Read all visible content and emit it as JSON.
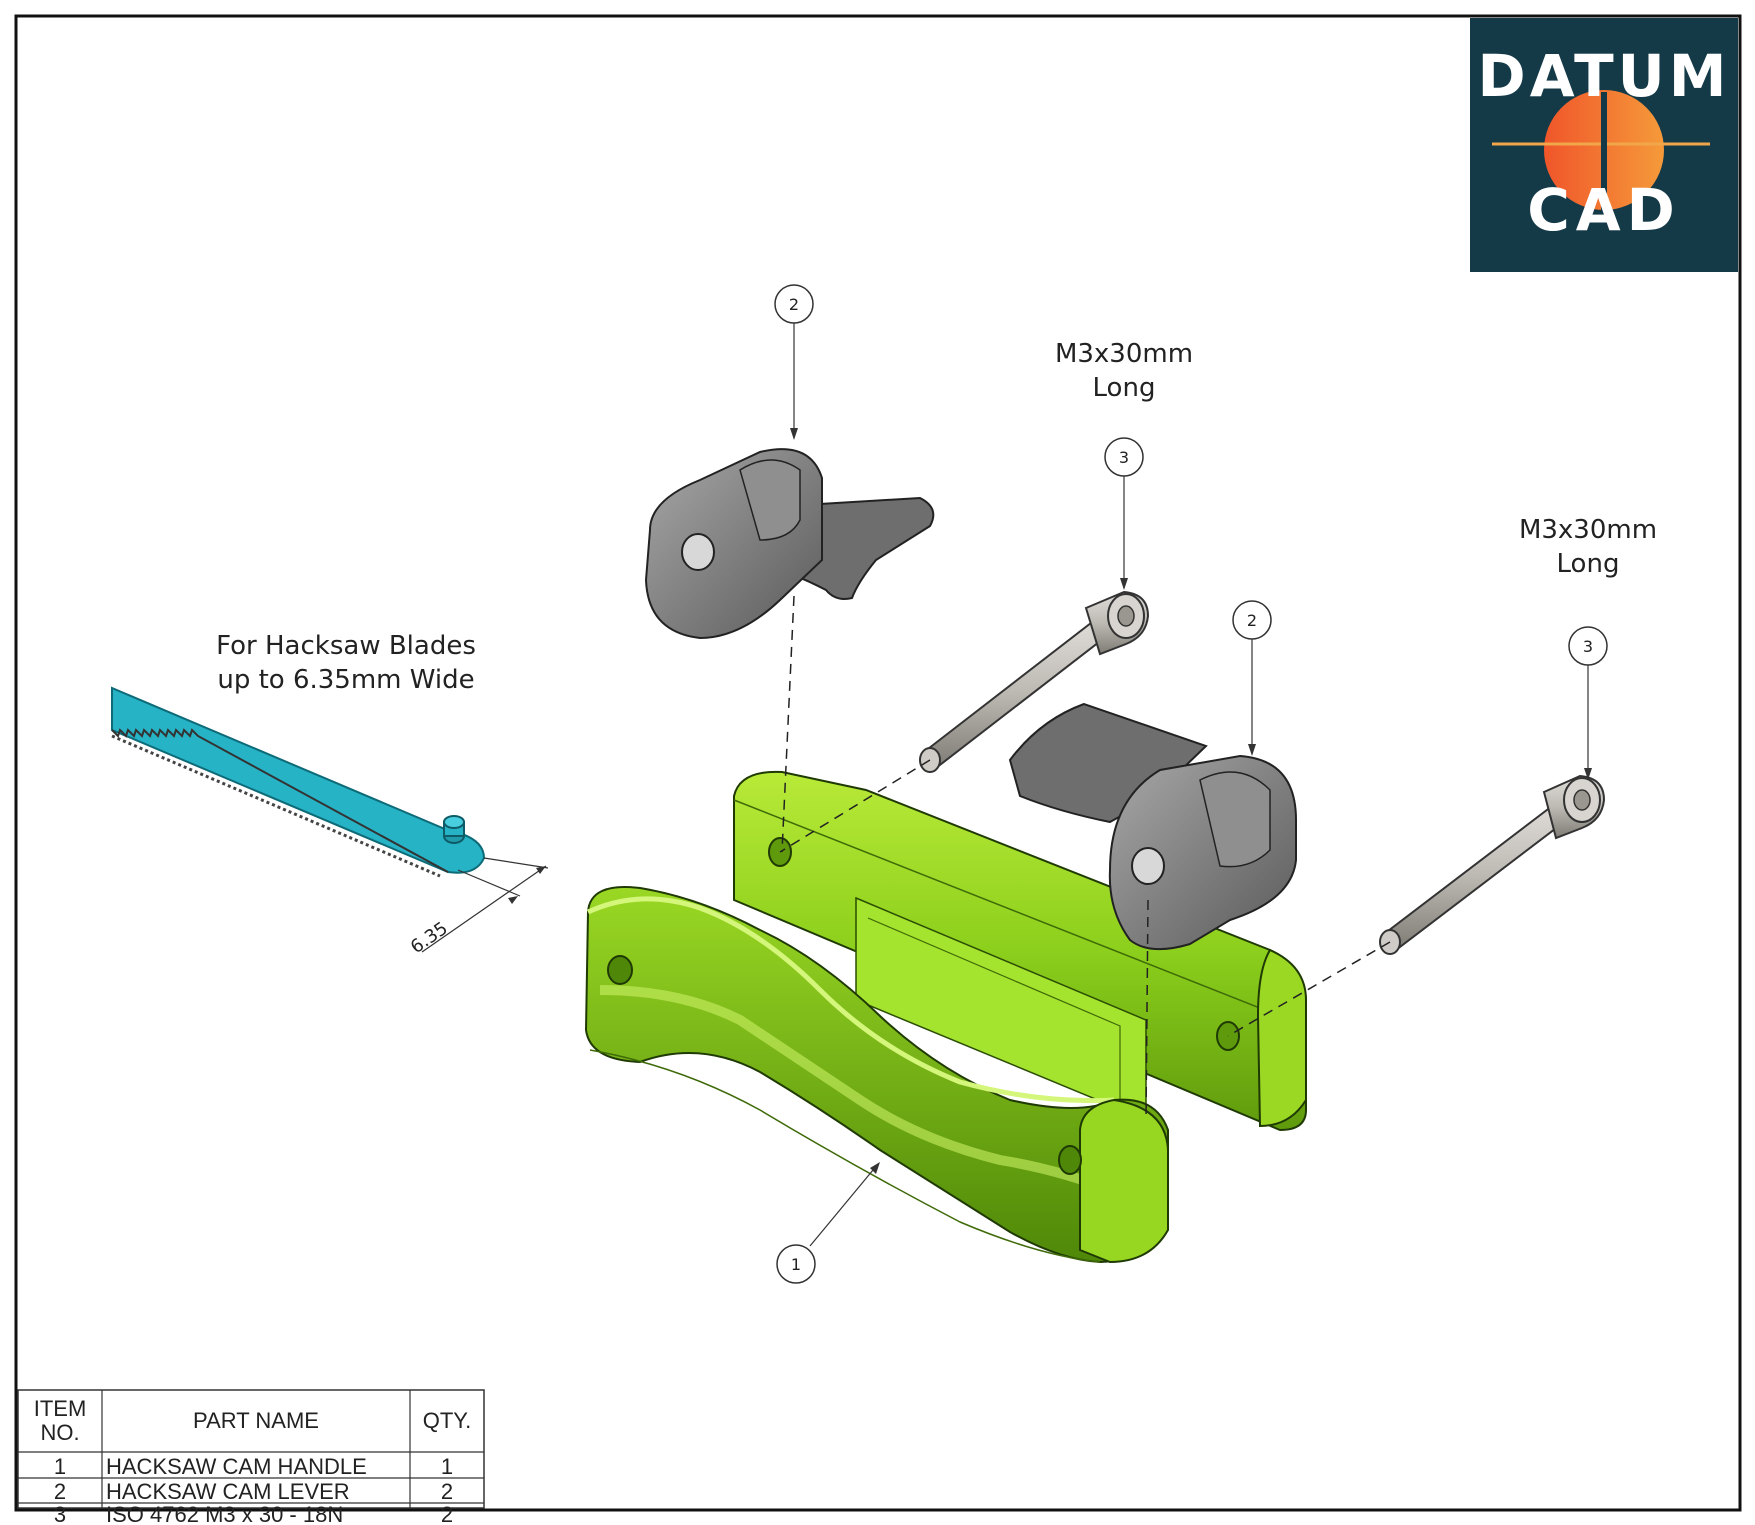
{
  "logo": {
    "line1": "DATUM",
    "line2": "CAD",
    "bg_color": "#143a48",
    "accent_color": "#ea6a22"
  },
  "annotations": {
    "blade_note_line1": "For Hacksaw Blades",
    "blade_note_line2": "up to 6.35mm Wide",
    "screw_note_left_line1": "M3x30mm",
    "screw_note_left_line2": "Long",
    "screw_note_right_line1": "M3x30mm",
    "screw_note_right_line2": "Long",
    "dimension_value": "6.35"
  },
  "balloons": {
    "lever_top": "2",
    "screw_left": "3",
    "lever_right": "2",
    "screw_right": "3",
    "handle": "1"
  },
  "bom": {
    "header_item_line1": "ITEM",
    "header_item_line2": "NO.",
    "header_part": "PART NAME",
    "header_qty": "QTY.",
    "rows": [
      {
        "item": "1",
        "part": "HACKSAW CAM HANDLE",
        "qty": "1"
      },
      {
        "item": "2",
        "part": "HACKSAW CAM LEVER",
        "qty": "2"
      },
      {
        "item": "3",
        "part": "ISO 4762 M3 x 30 - 18N",
        "qty": "2"
      }
    ]
  },
  "colors": {
    "handle_green": "#86c81a",
    "lever_gray": "#7d7d7d",
    "screw_gray": "#b9b5b0",
    "blade_cyan": "#27b3c6"
  }
}
